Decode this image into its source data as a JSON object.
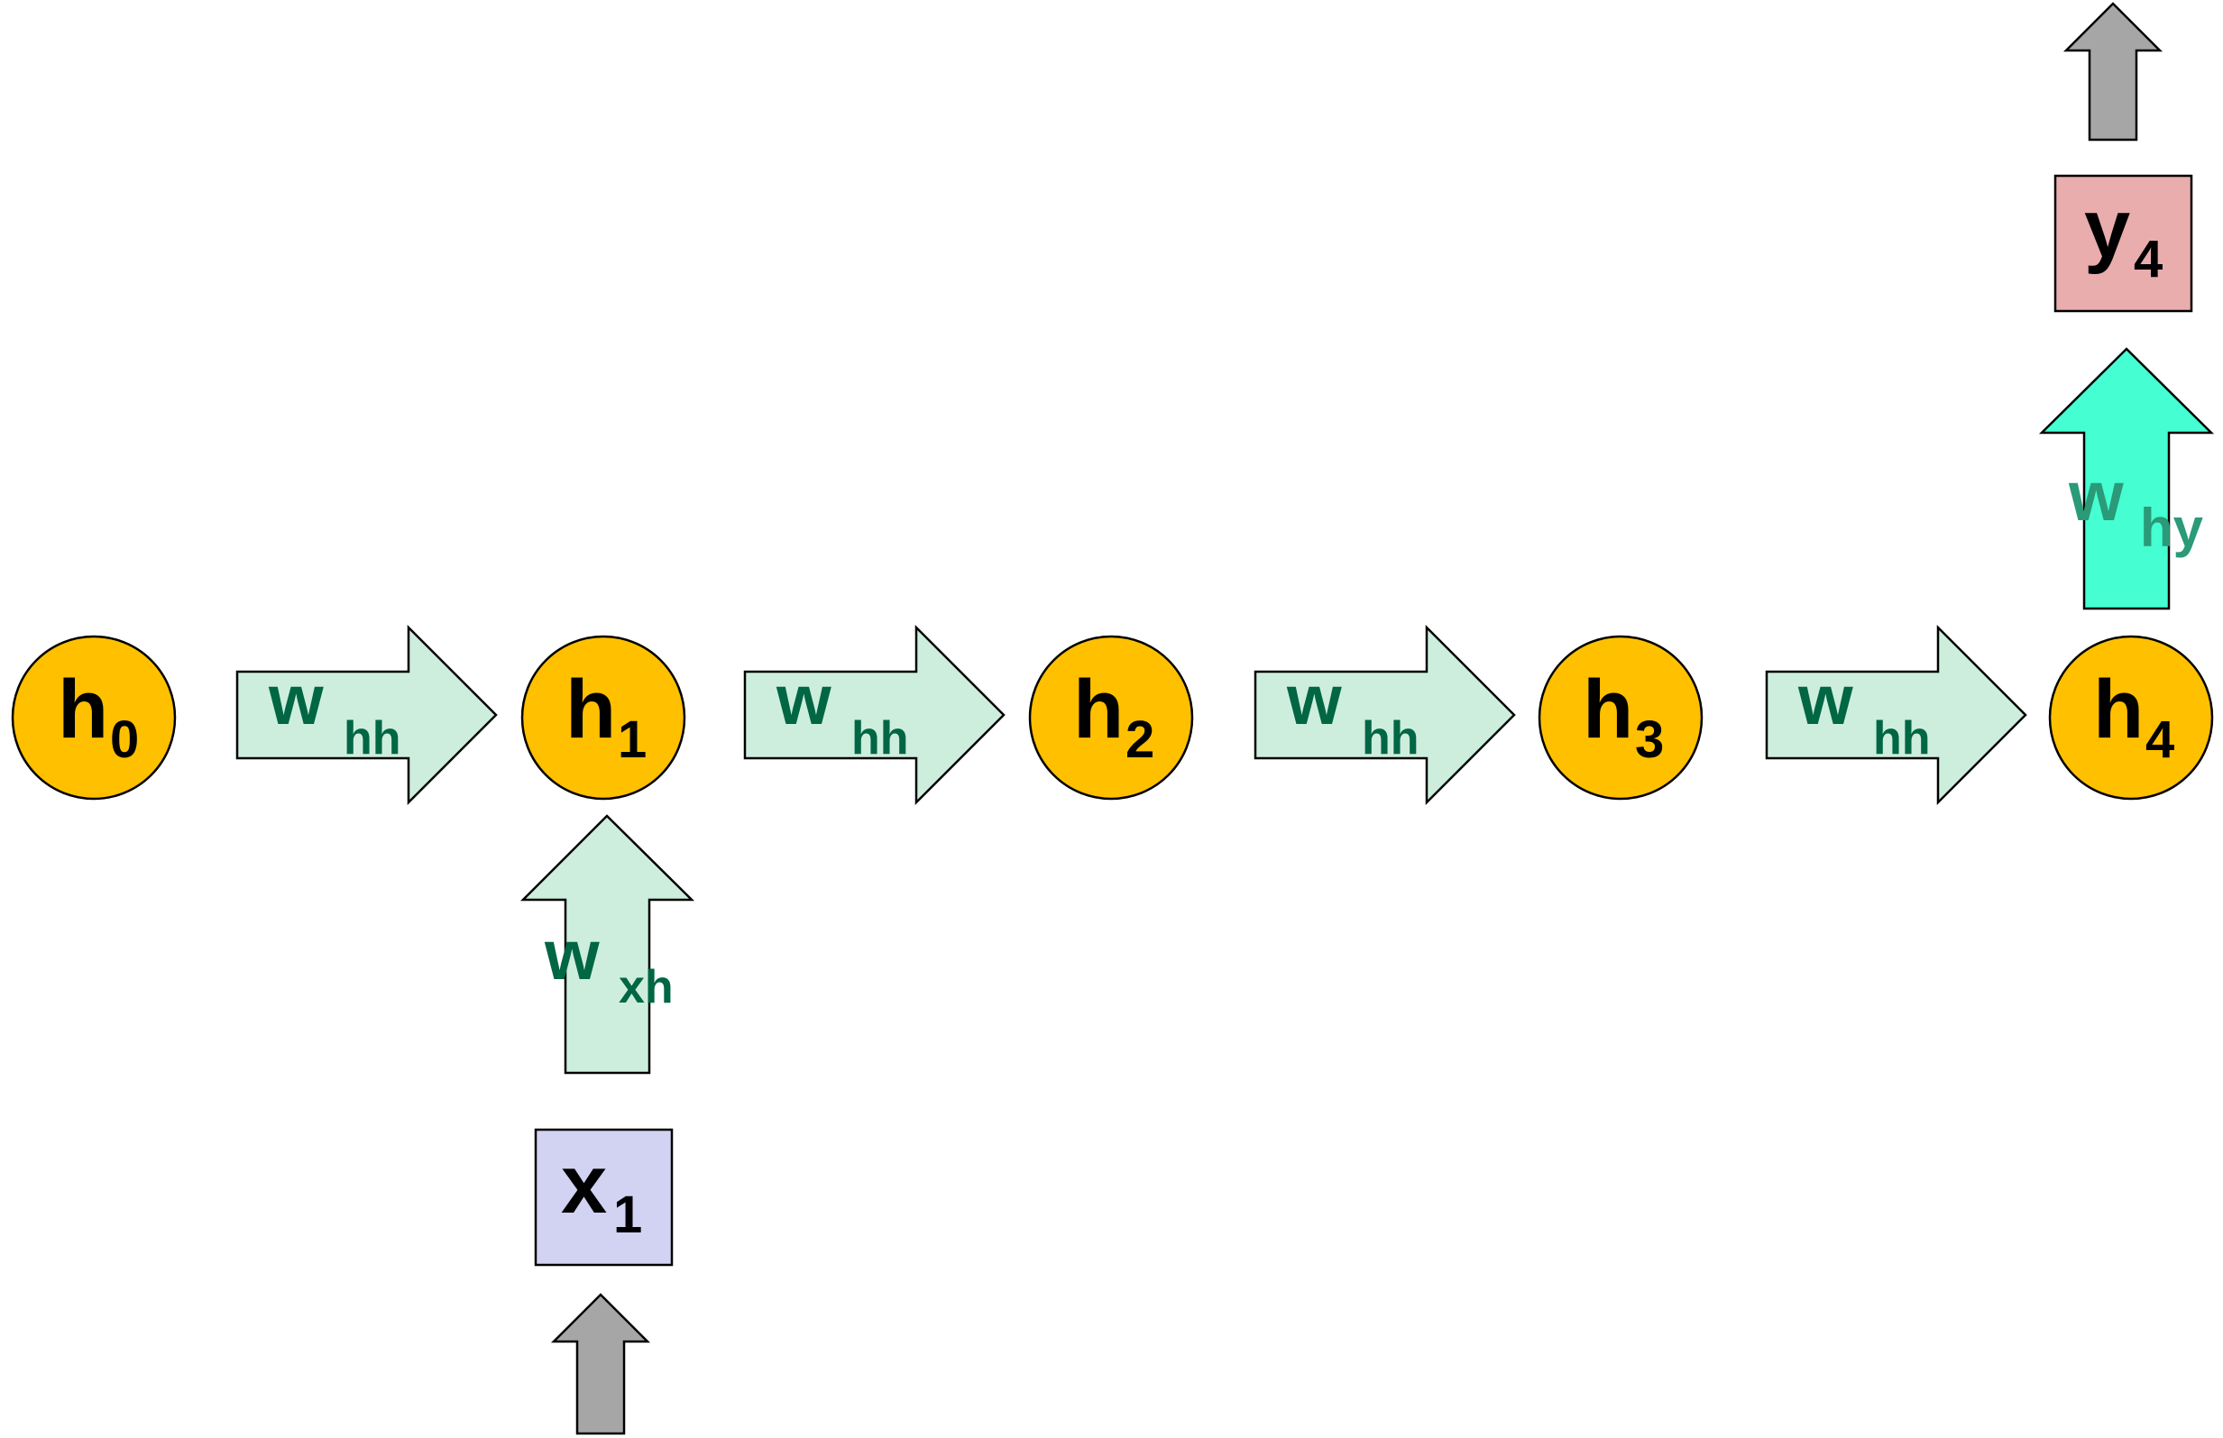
{
  "colors": {
    "background": "#ffffff",
    "node_fill": "#ffc000",
    "node_stroke": "#000000",
    "node_text": "#000000",
    "arrow_fill": "#cdeedd",
    "arrow_text": "#006644",
    "output_arrow_fill": "#45ffd2",
    "output_arrow_text": "#2a9a78",
    "input_box_fill": "#d2d2f2",
    "output_box_fill": "#e9adad",
    "io_arrow_fill": "#a6a6a6"
  },
  "hidden_nodes": [
    {
      "base": "h",
      "sub": "0"
    },
    {
      "base": "h",
      "sub": "1"
    },
    {
      "base": "h",
      "sub": "2"
    },
    {
      "base": "h",
      "sub": "3"
    },
    {
      "base": "h",
      "sub": "4"
    }
  ],
  "recurrent_arrows": [
    {
      "base": "w",
      "sub": "hh"
    },
    {
      "base": "w",
      "sub": "hh"
    },
    {
      "base": "w",
      "sub": "hh"
    },
    {
      "base": "w",
      "sub": "hh"
    }
  ],
  "input": {
    "base": "x",
    "sub": "1"
  },
  "input_arrow": {
    "base": "w",
    "sub": "xh"
  },
  "output": {
    "base": "y",
    "sub": "4"
  },
  "output_arrow": {
    "base": "w",
    "sub": "hy"
  }
}
